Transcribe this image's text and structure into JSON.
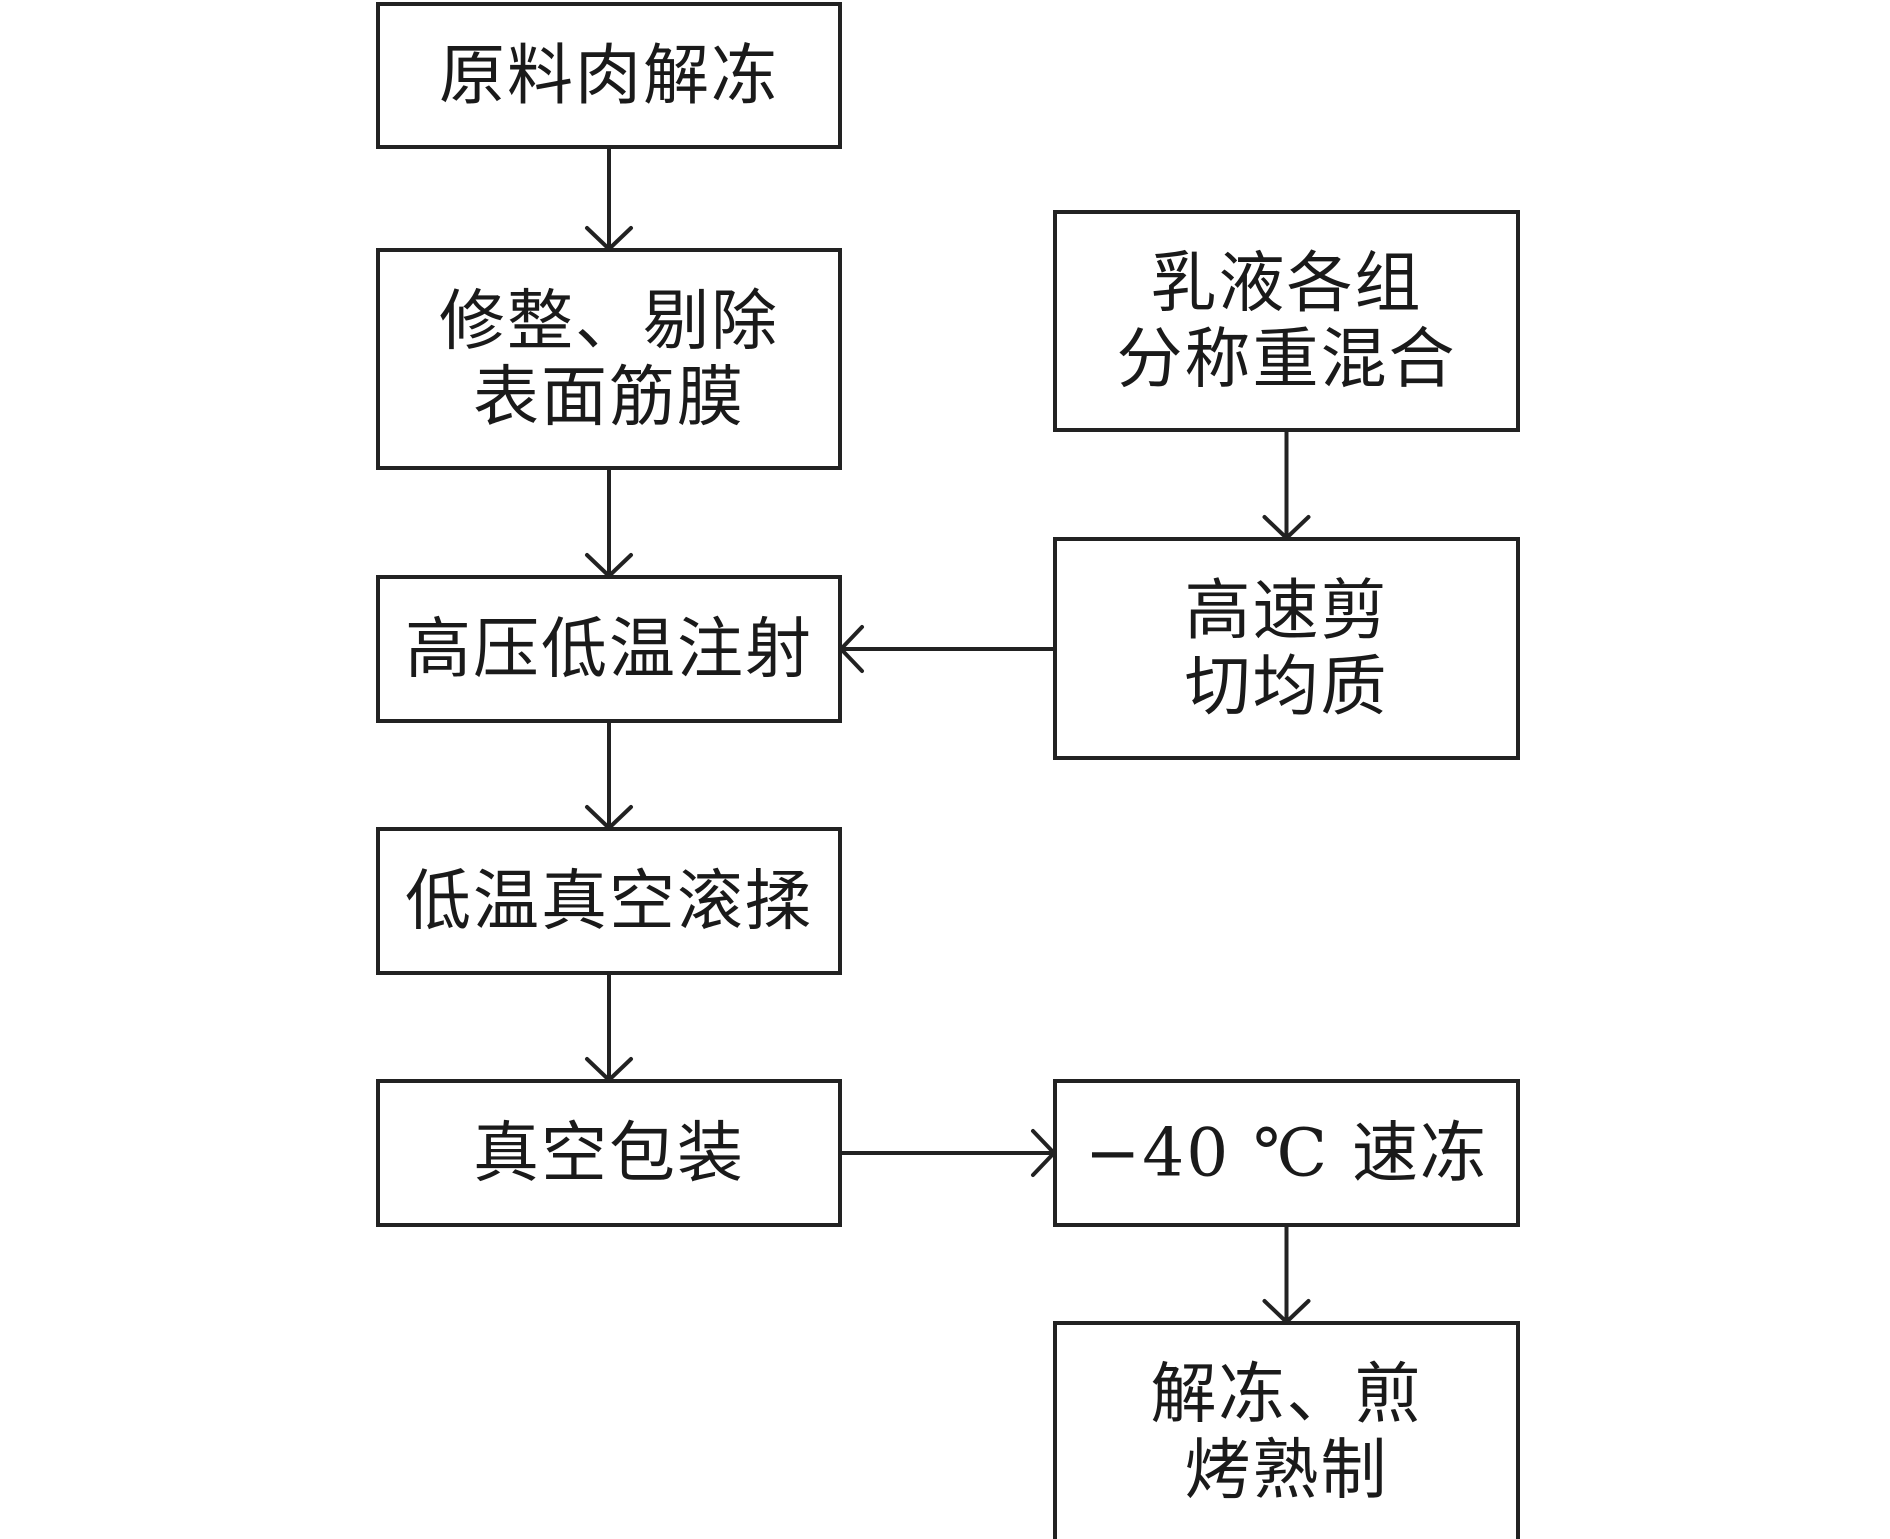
{
  "diagram": {
    "nodes": [
      {
        "id": "thaw",
        "lines": [
          "原料肉解冻"
        ]
      },
      {
        "id": "trim",
        "lines": [
          "修整、剔除",
          "表面筋膜"
        ]
      },
      {
        "id": "inject",
        "lines": [
          "高压低温注射"
        ]
      },
      {
        "id": "tumble",
        "lines": [
          "低温真空滚揉"
        ]
      },
      {
        "id": "pack",
        "lines": [
          "真空包装"
        ]
      },
      {
        "id": "emulsion",
        "lines": [
          "乳液各组",
          "分称重混合"
        ]
      },
      {
        "id": "shear",
        "lines": [
          "高速剪",
          "切均质"
        ]
      },
      {
        "id": "freeze",
        "lines": [
          "−40 ℃ 速冻"
        ]
      },
      {
        "id": "cook",
        "lines": [
          "解冻、煎",
          "烤熟制"
        ]
      }
    ],
    "edges": [
      {
        "from": "thaw",
        "to": "trim"
      },
      {
        "from": "trim",
        "to": "inject"
      },
      {
        "from": "inject",
        "to": "tumble"
      },
      {
        "from": "tumble",
        "to": "pack"
      },
      {
        "from": "emulsion",
        "to": "shear"
      },
      {
        "from": "shear",
        "to": "inject"
      },
      {
        "from": "pack",
        "to": "freeze"
      },
      {
        "from": "freeze",
        "to": "cook"
      }
    ]
  }
}
